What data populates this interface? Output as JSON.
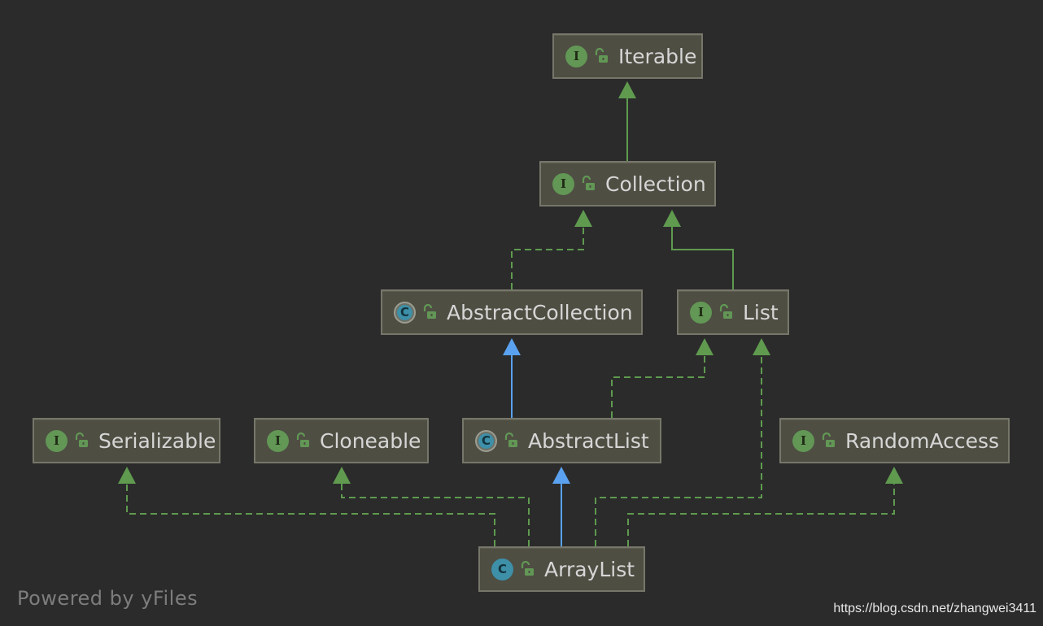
{
  "nodes": [
    {
      "id": "iterable",
      "label": "Iterable",
      "kind": "I",
      "kind_type": "interface"
    },
    {
      "id": "collection",
      "label": "Collection",
      "kind": "I",
      "kind_type": "interface"
    },
    {
      "id": "abstractcollection",
      "label": "AbstractCollection",
      "kind": "C",
      "kind_type": "abstract"
    },
    {
      "id": "list",
      "label": "List",
      "kind": "I",
      "kind_type": "interface"
    },
    {
      "id": "serializable",
      "label": "Serializable",
      "kind": "I",
      "kind_type": "interface"
    },
    {
      "id": "cloneable",
      "label": "Cloneable",
      "kind": "I",
      "kind_type": "interface"
    },
    {
      "id": "abstractlist",
      "label": "AbstractList",
      "kind": "C",
      "kind_type": "abstract"
    },
    {
      "id": "randomaccess",
      "label": "RandomAccess",
      "kind": "I",
      "kind_type": "interface"
    },
    {
      "id": "arraylist",
      "label": "ArrayList",
      "kind": "C",
      "kind_type": "class"
    }
  ],
  "edges": [
    {
      "from": "collection",
      "to": "iterable",
      "style": "extends-interface"
    },
    {
      "from": "abstractcollection",
      "to": "collection",
      "style": "implements"
    },
    {
      "from": "list",
      "to": "collection",
      "style": "extends-interface"
    },
    {
      "from": "abstractlist",
      "to": "abstractcollection",
      "style": "extends-class"
    },
    {
      "from": "abstractlist",
      "to": "list",
      "style": "implements"
    },
    {
      "from": "arraylist",
      "to": "abstractlist",
      "style": "extends-class"
    },
    {
      "from": "arraylist",
      "to": "serializable",
      "style": "implements"
    },
    {
      "from": "arraylist",
      "to": "cloneable",
      "style": "implements"
    },
    {
      "from": "arraylist",
      "to": "list",
      "style": "implements"
    },
    {
      "from": "arraylist",
      "to": "randomaccess",
      "style": "implements"
    }
  ],
  "colors": {
    "background": "#2b2b2b",
    "interface_edge": "#5f9a4f",
    "class_edge": "#5aa2f0"
  },
  "footer": "Powered by yFiles",
  "watermark": "https://blog.csdn.net/zhangwei3411"
}
